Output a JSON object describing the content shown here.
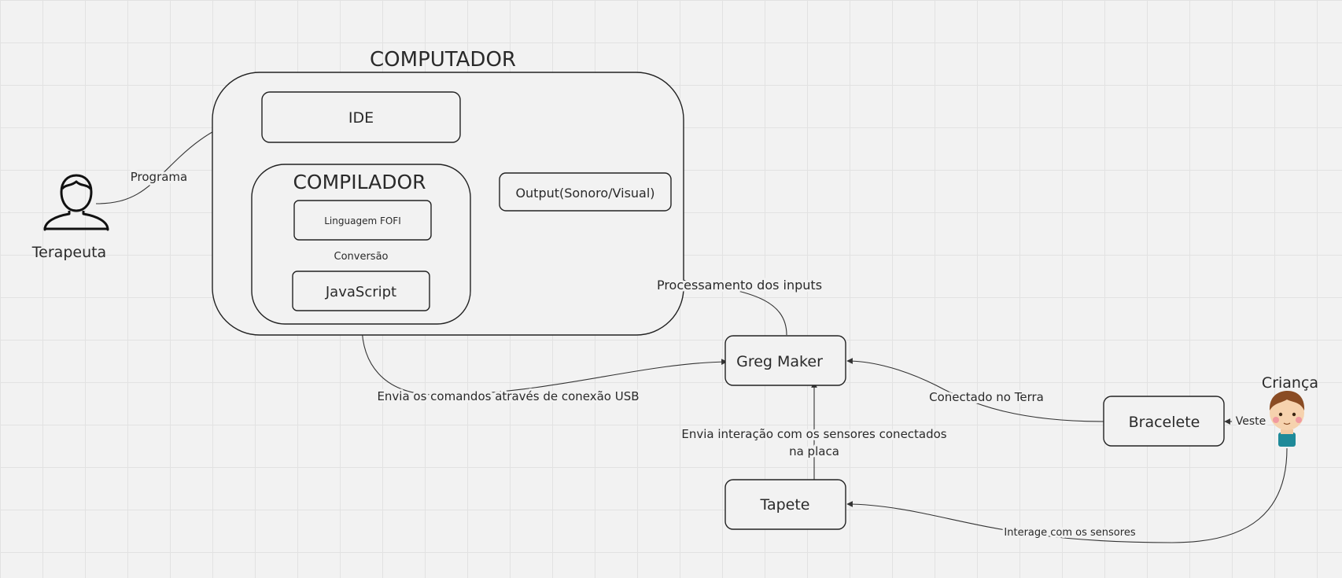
{
  "diagram": {
    "groups": {
      "computador": "COMPUTADOR",
      "compilador": "COMPILADOR"
    },
    "nodes": {
      "ide": "IDE",
      "linguagem": "Linguagem FOFI",
      "javascript": "JavaScript",
      "output": "Output(Sonoro/Visual)",
      "greg_maker": "Greg Maker",
      "tapete": "Tapete",
      "bracelete": "Bracelete"
    },
    "actors": {
      "terapeuta": "Terapeuta",
      "crianca": "Criança"
    },
    "edge_labels": {
      "programa": "Programa",
      "conversao": "Conversão",
      "processamento": "Processamento dos inputs",
      "envia_usb": "Envia os comandos através de conexão USB",
      "conectado_terra": "Conectado no Terra",
      "envia_interacao_1": "Envia interação com os sensores conectados",
      "envia_interacao_2": "na placa",
      "veste": "Veste",
      "interage": "Interage com os sensores"
    },
    "icons": {
      "terapeuta": "person-outline-icon",
      "crianca": "child-avatar-icon"
    }
  }
}
